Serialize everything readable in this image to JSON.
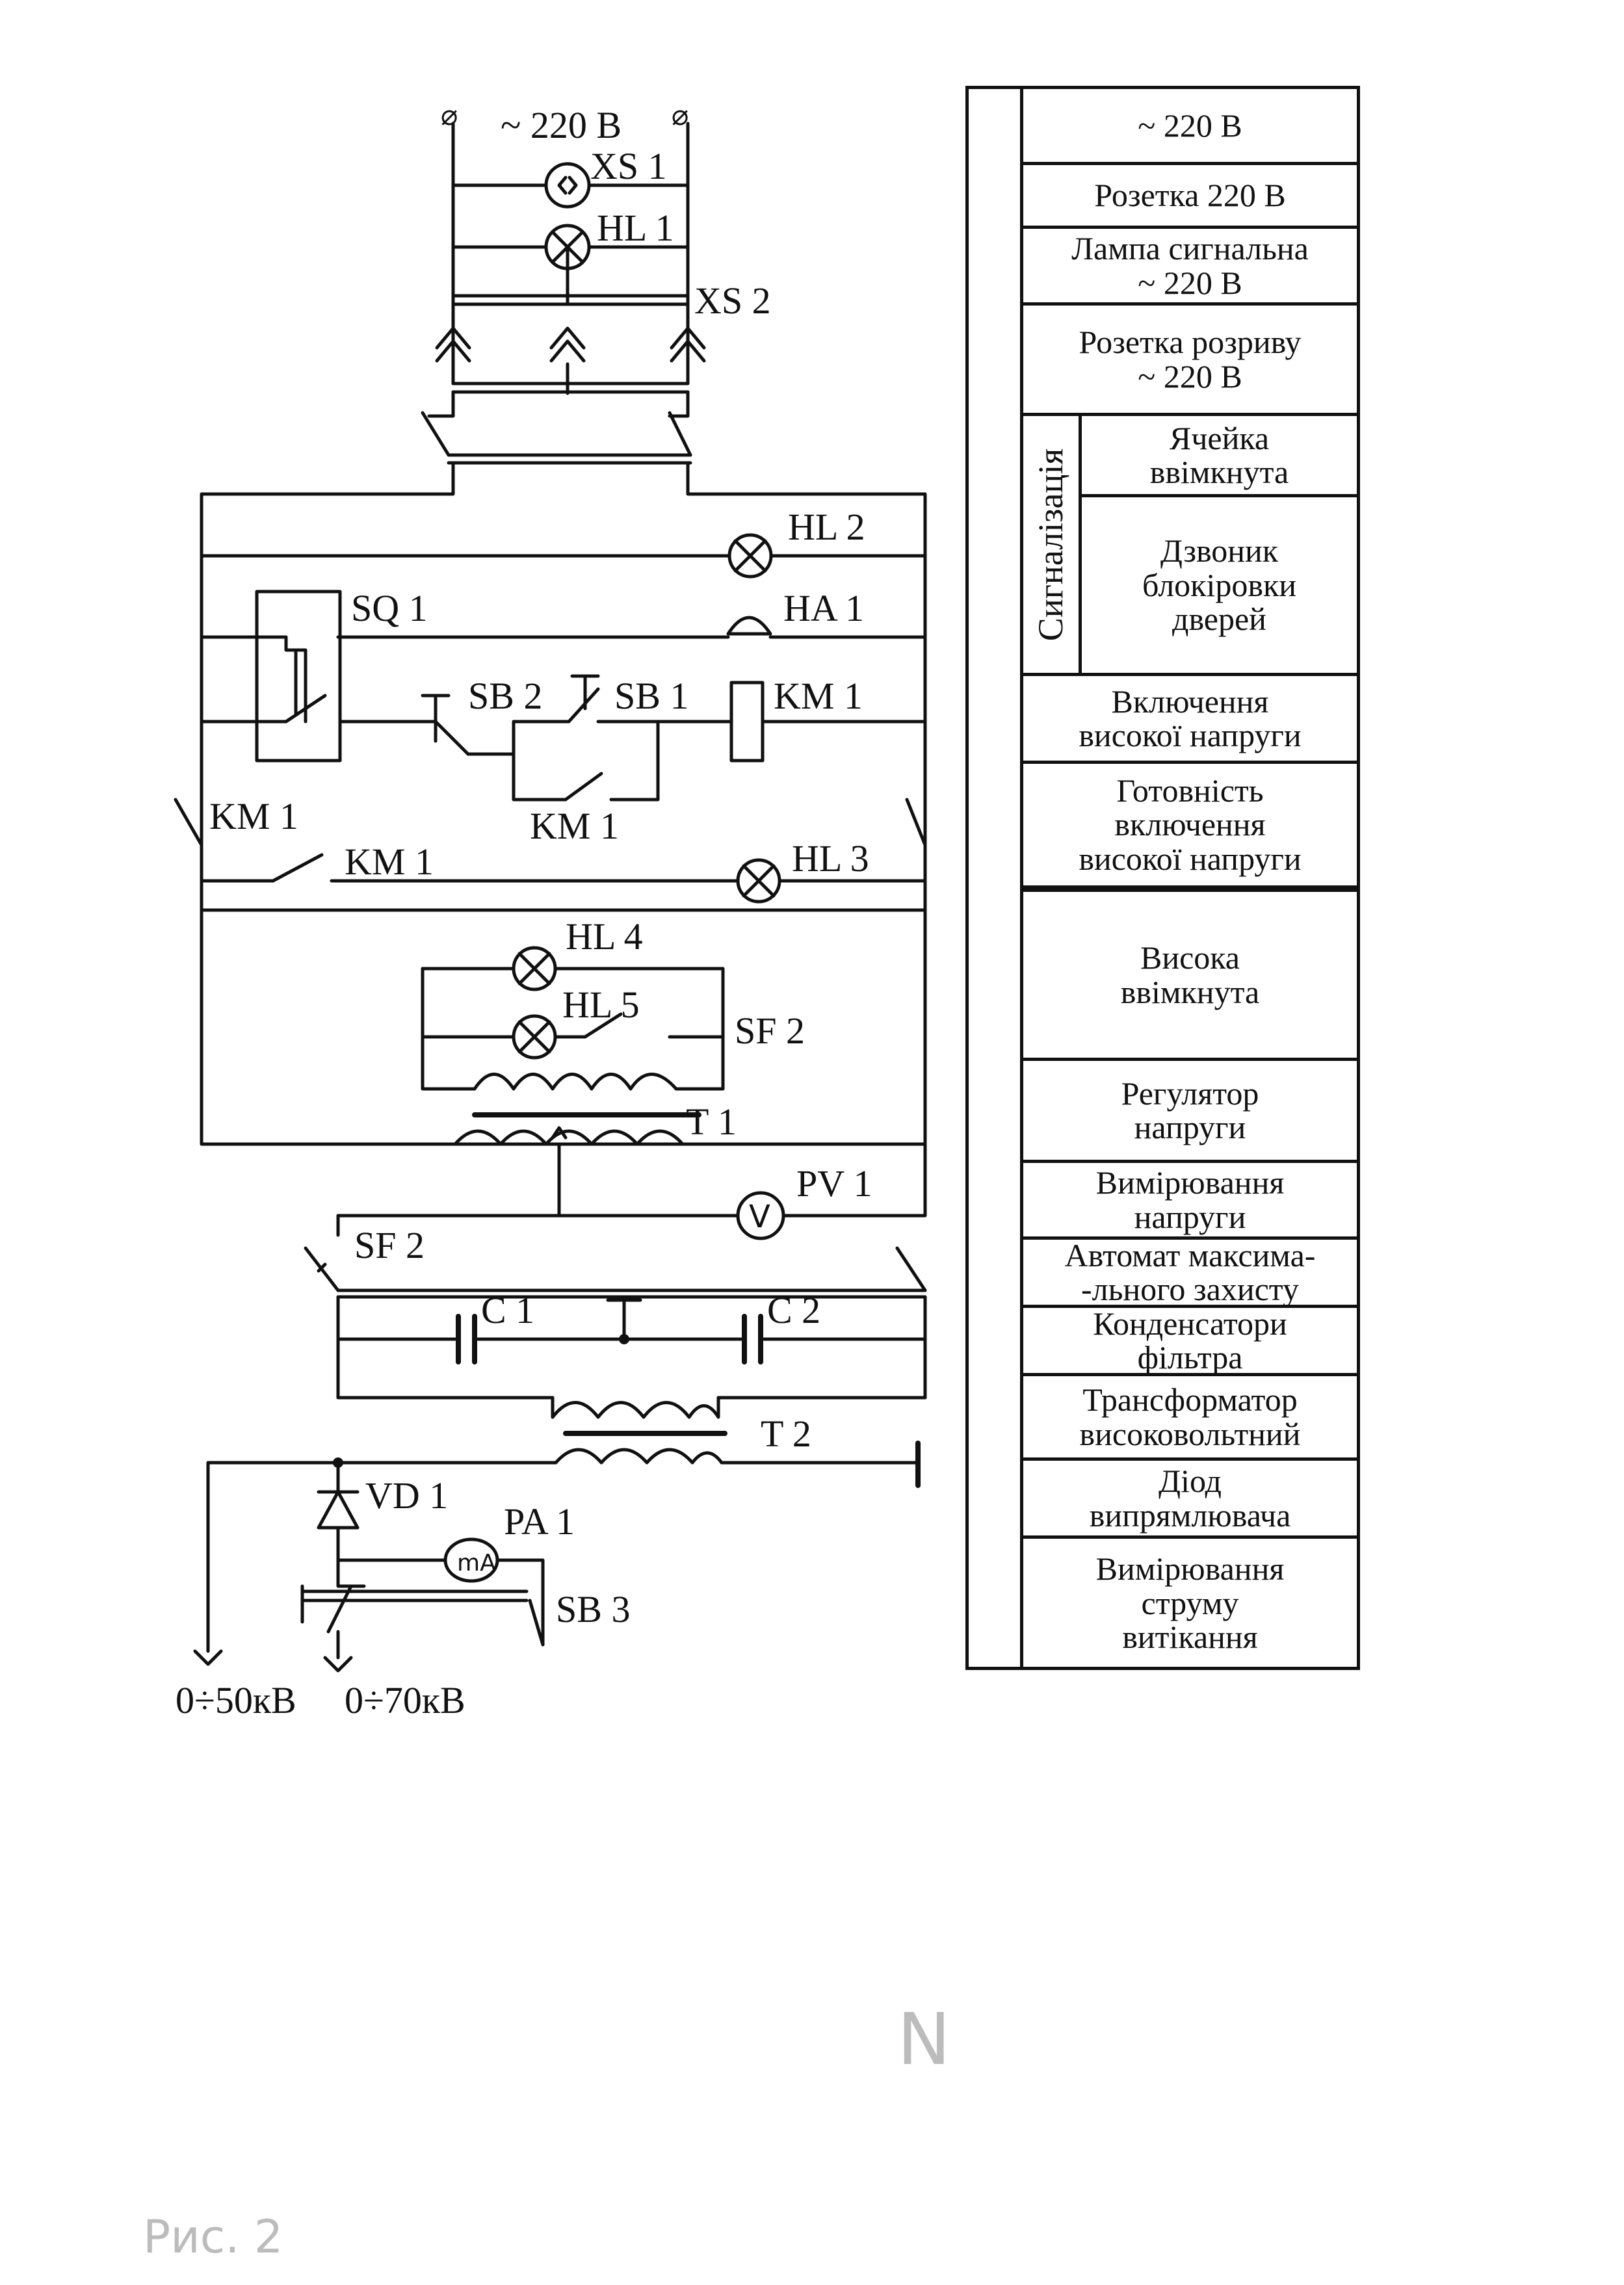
{
  "diagram": {
    "supply_label": "~ 220 В",
    "supply_terminal_symbol": "⌀",
    "labels": {
      "xs1": "XS 1",
      "hl1": "HL 1",
      "xs2": "XS 2",
      "hl2": "HL 2",
      "ha1": "HA 1",
      "sq1": "SQ 1",
      "sb2": "SB 2",
      "sb1": "SB 1",
      "km1_coil": "KM 1",
      "km1_hold": "KM 1",
      "km1_left": "KM 1",
      "km1_mid": "KM 1",
      "hl3": "HL 3",
      "hl4": "HL 4",
      "hl5": "HL 5",
      "sf2_small": "SF 2",
      "t1": "T 1",
      "pv1": "PV 1",
      "pv1_symbol": "V",
      "sf2_main": "SF 2",
      "c1": "C 1",
      "c2": "C 2",
      "t2": "T 2",
      "vd1": "VD 1",
      "pa1": "PA 1",
      "pa1_symbol": "mA",
      "sb3": "SB 3",
      "out_50": "0÷50кВ",
      "out_70": "0÷70кВ"
    },
    "pencil_notes": [
      "N",
      "Рис. 2"
    ]
  },
  "legend": {
    "rows": [
      {
        "text": "~ 220 В"
      },
      {
        "text": "Розетка 220 В"
      },
      {
        "text": "Лампа сигнальна\n~ 220 В"
      },
      {
        "text": "Розетка розриву\n~ 220 В"
      },
      {
        "text": "Ячейка\nввімкнута"
      },
      {
        "text": "Дзвоник\nблокіровки\nдверей"
      },
      {
        "text": "Включення\nвисокої напруги"
      },
      {
        "text": "Готовність\nвключення\nвисокої напруги"
      },
      {
        "text": "Висока\nввімкнута"
      },
      {
        "text": "Регулятор\nнапруги"
      },
      {
        "text": "Вимірювання\nнапруги"
      },
      {
        "text": "Автомат максима-\n-льного захисту"
      },
      {
        "text": "Конденсатори\nфільтра"
      },
      {
        "text": "Трансформатор\nвисоковольтний"
      },
      {
        "text": "Діод\nвипрямлювача"
      },
      {
        "text": "Вимірювання\nструму\nвитікання"
      }
    ],
    "group_label": "Сигналізація"
  }
}
